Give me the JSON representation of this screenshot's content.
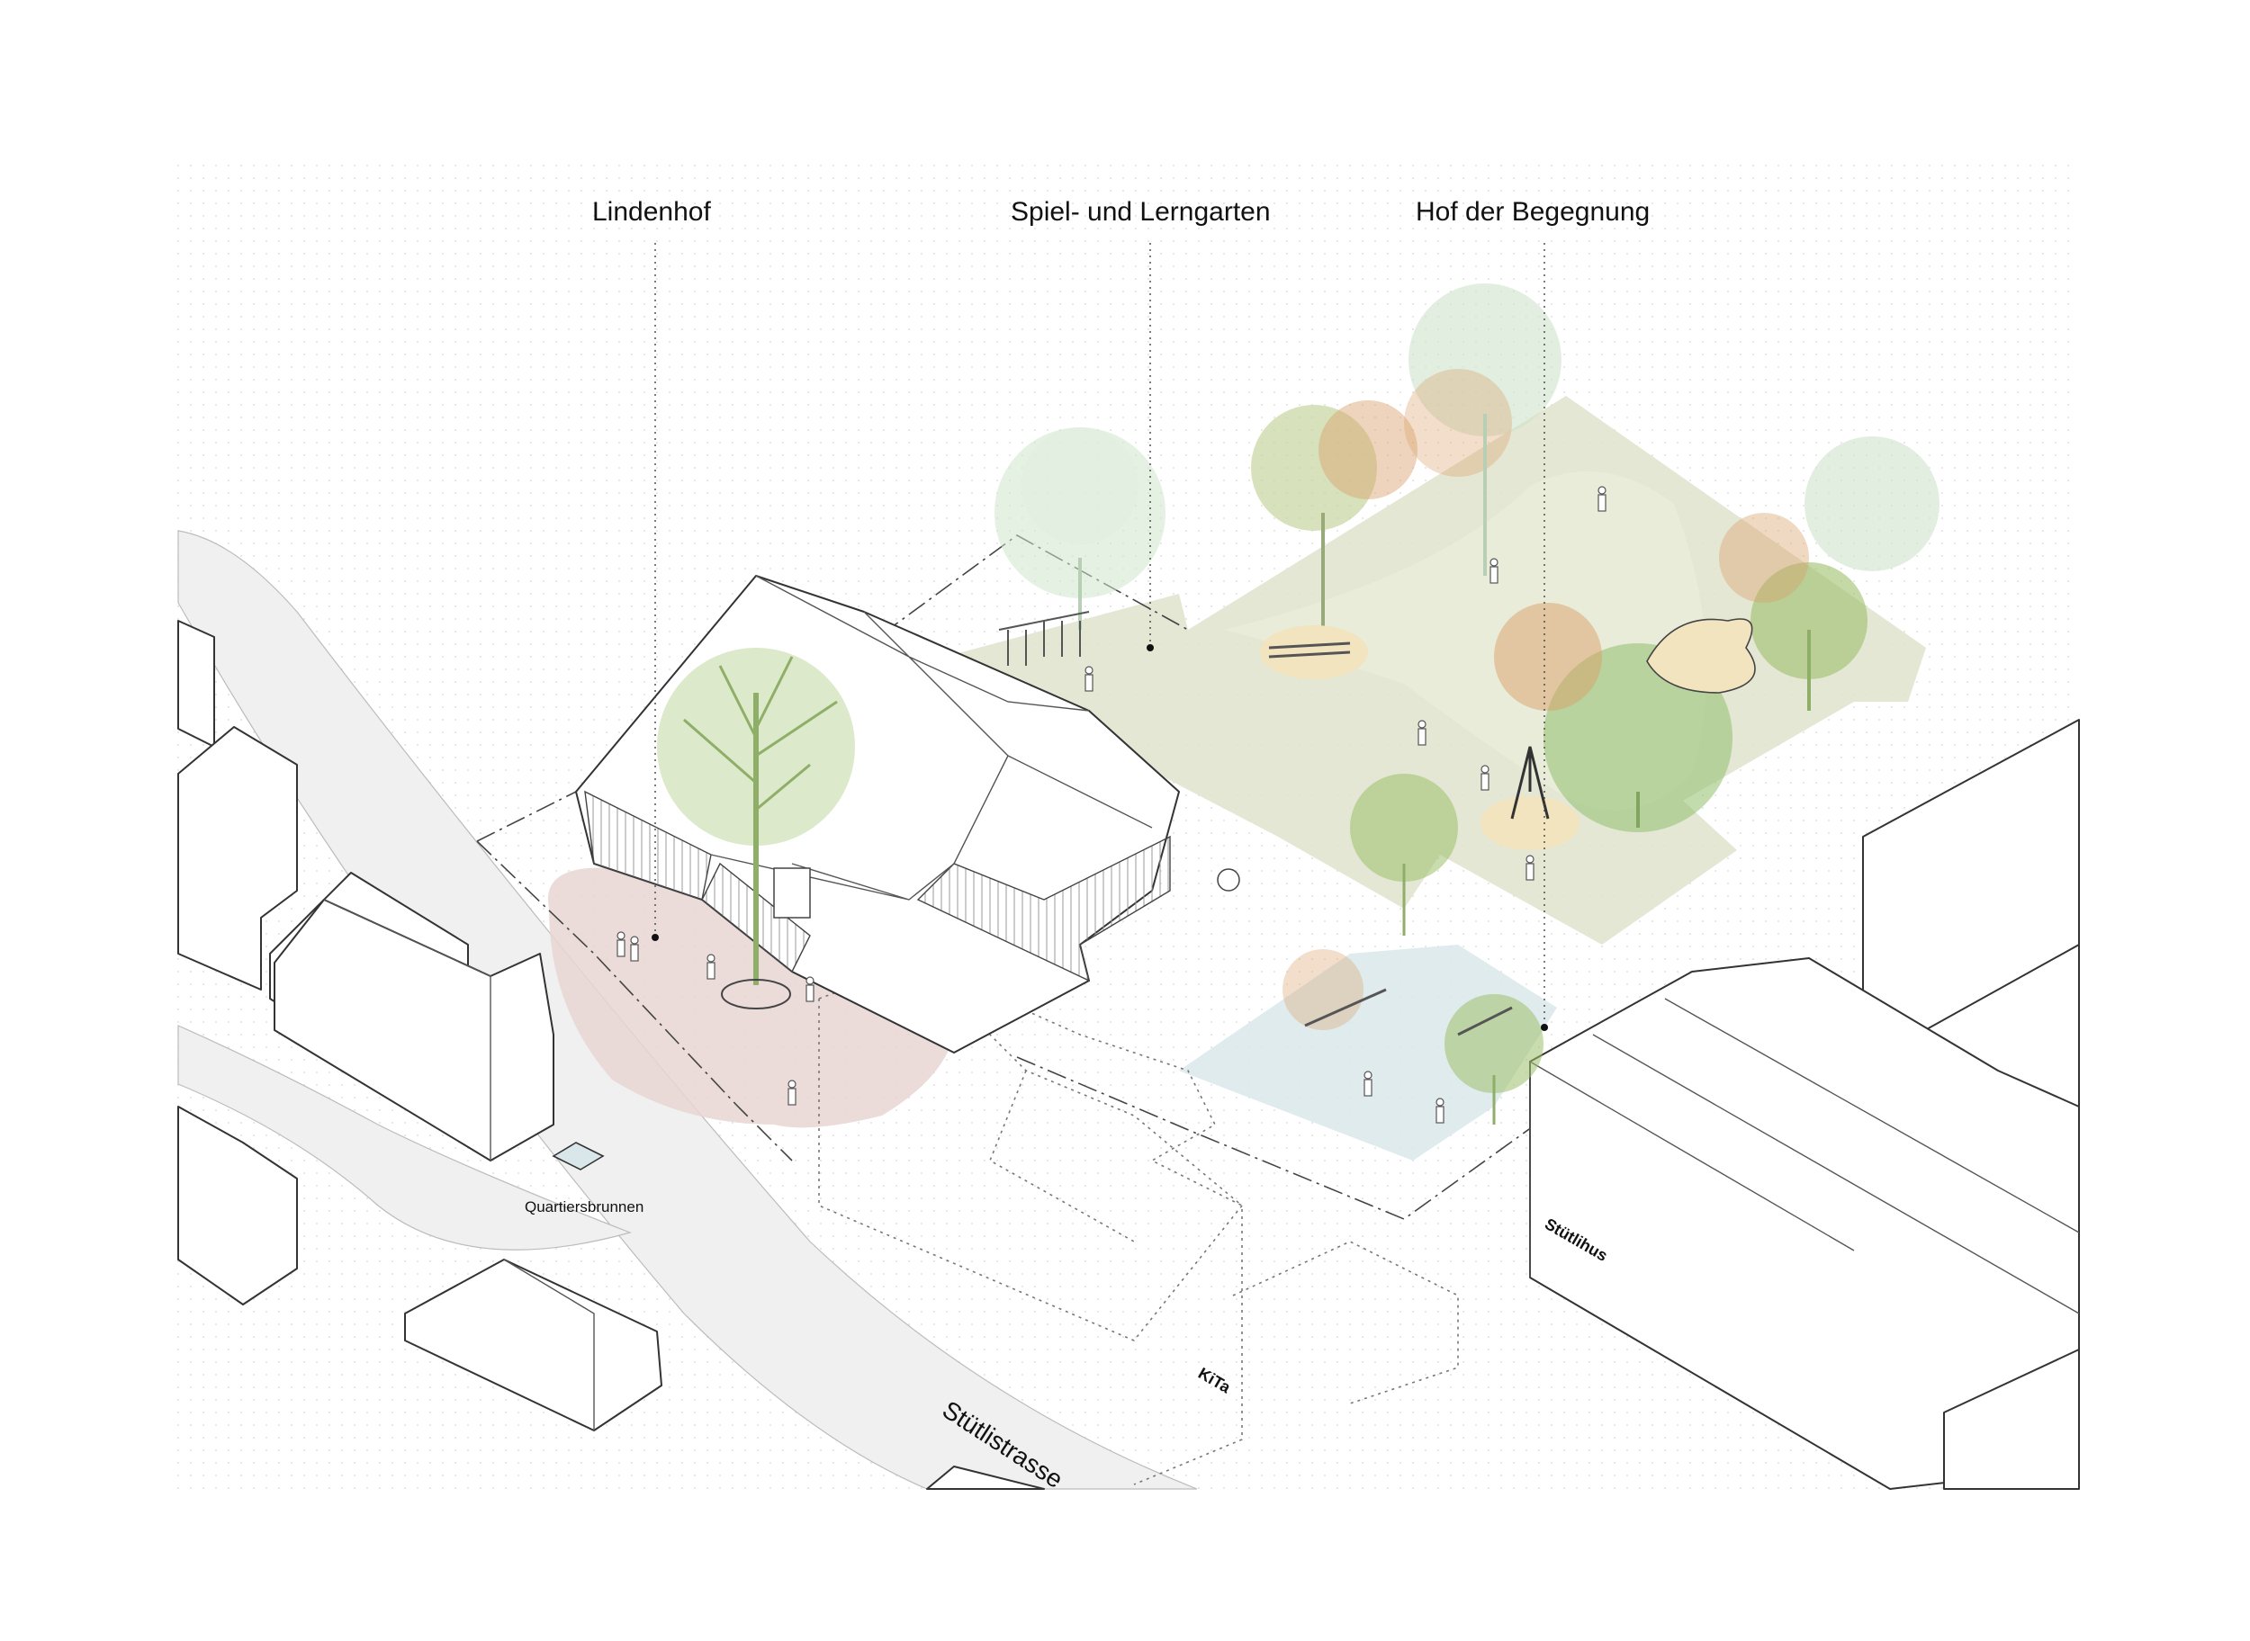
{
  "labels": {
    "lindenhof": "Lindenhof",
    "spielgarten": "Spiel- und Lerngarten",
    "hof": "Hof der Begegnung",
    "brunnen": "Quartiersbrunnen",
    "stuetlihus": "Stütlihus",
    "kita": "KiTa",
    "strasse": "Stütlistrasse"
  },
  "colors": {
    "street": "#f0f0f0",
    "lindenhof_zone": "#e8d6d4",
    "garden_zone": "#dfe3cc",
    "garden_inner": "#e9ecd9",
    "hof_zone": "#d9e7ea",
    "sand": "#f1e4bf",
    "tree_green": "#8fbf6b",
    "tree_pale": "#cfe5cc",
    "tree_orange": "#d9a06a",
    "linden": "#9cbf6a",
    "line": "#333333"
  },
  "icons": {
    "trees": "tree-icon",
    "people": "person-icon",
    "fountain": "fountain-icon",
    "swing": "swing-icon",
    "sandpit": "sandpit-icon"
  }
}
